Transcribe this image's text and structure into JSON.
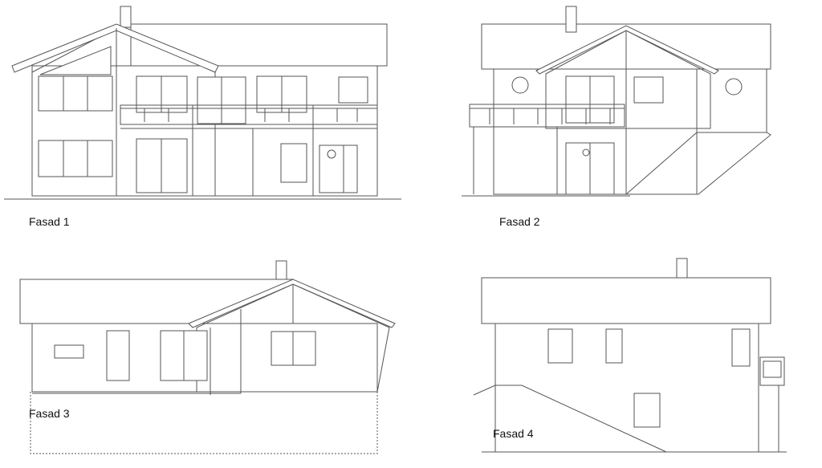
{
  "elevations": [
    {
      "label": "Fasad 1"
    },
    {
      "label": "Fasad 2"
    },
    {
      "label": "Fasad 3"
    },
    {
      "label": "Fasad 4"
    }
  ],
  "colors": {
    "line": "#555555",
    "background": "#ffffff"
  }
}
